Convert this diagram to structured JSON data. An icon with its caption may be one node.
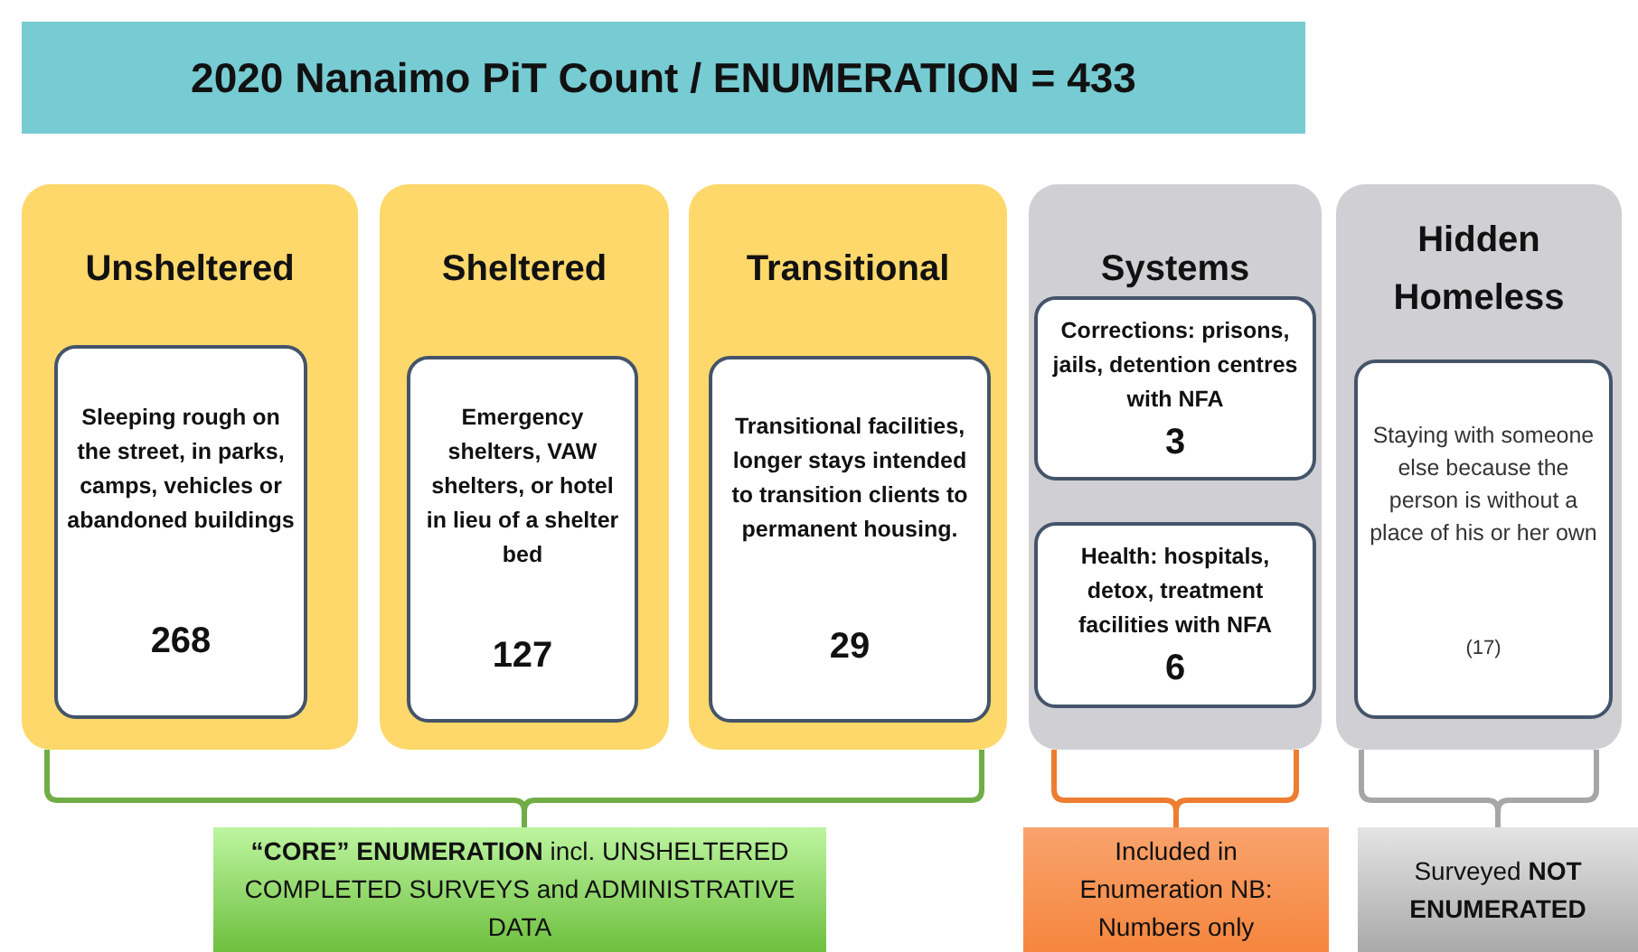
{
  "diagram": {
    "title": "2020 Nanaimo PiT Count / ENUMERATION = 433",
    "nodes": [
      {
        "text": [
          "Unsheltered"
        ]
      },
      {
        "text": [
          "Sleeping rough on the street, in parks, camps, vehicles or abandoned buildings",
          "268"
        ],
        "in": 0
      },
      {
        "text": [
          "Sheltered"
        ]
      },
      {
        "text": [
          "Emergency shelters, VAW shelters, or hotel in lieu of a shelter bed",
          "127"
        ],
        "in": 2
      },
      {
        "text": [
          "Transitional"
        ]
      },
      {
        "text": [
          "Transitional facilities, longer stays intended to transition clients to permanent housing.",
          "29"
        ],
        "in": 4
      },
      {
        "text": [
          "Systems"
        ]
      },
      {
        "text": [
          "Corrections: prisons, jails, detention centres with NFA",
          "3"
        ],
        "in": 6
      },
      {
        "text": [
          "Health: hospitals, detox, treatment facilities with NFA",
          "6"
        ],
        "in": 6
      },
      {
        "text": [
          "Hidden Homeless"
        ]
      },
      {
        "text": [
          "Staying with someone else because the person is without a place of his or her own",
          "(17)"
        ],
        "in": 9
      },
      {
        "text": [
          "**“CORE” ENUMERATION** incl. UNSHELTERED COMPLETED SURVEYS and ADMINISTRATIVE DATA"
        ]
      },
      {
        "text": [
          "Included in Enumeration NB: Numbers only"
        ]
      },
      {
        "text": [
          "Surveyed **NOT ENUMERATED**"
        ]
      }
    ],
    "edges": [
      {
        "from": 0,
        "to": 11,
        "arrow": "none",
        "color": "#70ad47"
      },
      {
        "from": 4,
        "to": 11,
        "arrow": "none",
        "color": "#70ad47"
      },
      {
        "from": 6,
        "to": 12,
        "arrow": "none",
        "color": "#ed7d31"
      },
      {
        "from": 9,
        "to": 13,
        "arrow": "none",
        "color": "#a6a6a6"
      }
    ]
  }
}
